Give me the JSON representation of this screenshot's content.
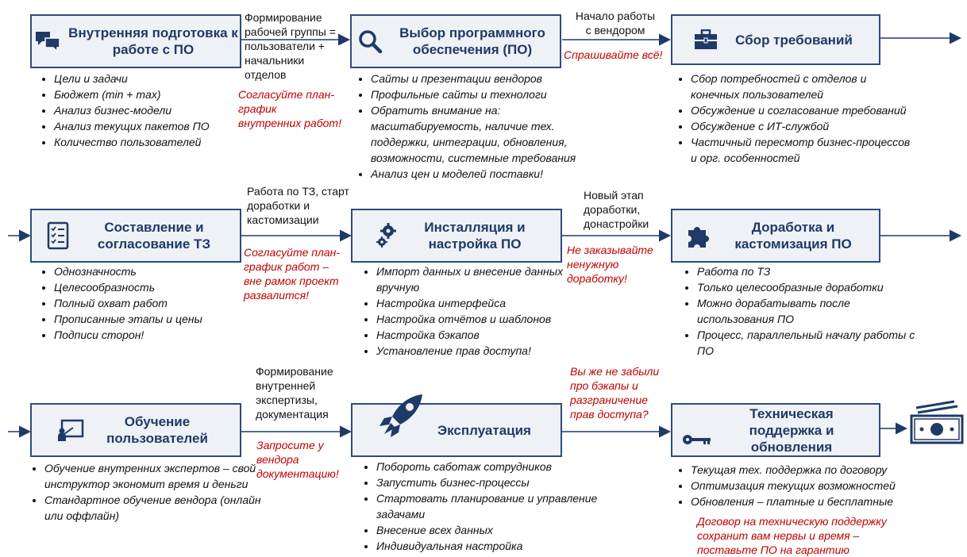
{
  "stages": [
    {
      "title": "Внутренняя подготовка к работе с ПО",
      "icon": "chat-bubbles-icon",
      "bullets": [
        "Цели и задачи",
        "Бюджет (min + max)",
        "Анализ бизнес-модели",
        "Анализ текущих пакетов ПО",
        "Количество пользователей"
      ]
    },
    {
      "title": "Выбор программного обеспечения (ПО)",
      "icon": "magnifier-icon",
      "bullets": [
        "Сайты и презентации вендоров",
        "Профильные сайты и технологи",
        "Обратить внимание на: масштабируемость, наличие тех. поддержки, интеграции, обновления, возможности, системные требования",
        "Анализ цен и моделей поставки!"
      ]
    },
    {
      "title": "Сбор требований",
      "icon": "briefcase-icon",
      "bullets": [
        "Сбор потребностей с отделов и конечных пользователей",
        "Обсуждение и согласование требований",
        "Обсуждение с ИТ-службой",
        "Частичный пересмотр бизнес-процессов и орг. особенностей"
      ]
    },
    {
      "title": "Составление и согласование ТЗ",
      "icon": "checklist-icon",
      "bullets": [
        "Однозначность",
        "Целесообразность",
        "Полный охват работ",
        "Прописанные этапы и цены",
        "Подписи сторон!"
      ]
    },
    {
      "title": "Инсталляция и настройка ПО",
      "icon": "gears-icon",
      "bullets": [
        "Импорт данных и внесение данных вручную",
        "Настройка интерфейса",
        "Настройка отчётов и шаблонов",
        "Настройка бэкапов",
        "Установление прав доступа!"
      ]
    },
    {
      "title": "Доработка и кастомизация ПО",
      "icon": "puzzle-icon",
      "bullets": [
        "Работа по ТЗ",
        "Только целесообразные доработки",
        "Можно дорабатывать после использования ПО",
        "Процесс, параллельный началу работы с ПО"
      ]
    },
    {
      "title": "Обучение пользователей",
      "icon": "presentation-board-icon",
      "bullets": [
        "Обучение внутренних экспертов – свой инструктор экономит время и деньги",
        "Стандартное обучение вендора (онлайн или оффлайн)"
      ]
    },
    {
      "title": "Эксплуатация",
      "icon": "rocket-icon",
      "bullets": [
        "Побороть саботаж сотрудников",
        "Запустить бизнес-процессы",
        "Стартовать планирование и управление задачами",
        "Внесение всех данных",
        "Индивидуальная настройка"
      ]
    },
    {
      "title": "Техническая поддержка и обновления",
      "icon": "key-icon",
      "bullets": [
        "Текущая тех. поддержка по договору",
        "Оптимизация текущих возможностей",
        "Обновления – платные и бесплатные"
      ]
    }
  ],
  "connectors": [
    {
      "text": "Формирование рабочей группы = пользователи + начальники отделов",
      "note": "Согласуйте план-график внутренних работ!"
    },
    {
      "text": "Начало работы с вендором",
      "note": "Спрашивайте всё!"
    },
    {
      "text": "Работа по ТЗ, старт доработки и кастомизации",
      "note": "Согласуйте план-график работ – вне рамок проект развалится!"
    },
    {
      "text": "Новый этап доработки, донастройки",
      "note": "Не заказывайте ненужную доработку!"
    },
    {
      "text": "Формирование внутренней экспертизы, документация",
      "note": "Запросите у вендора документацию!"
    },
    {
      "text": "",
      "note": "Вы же не забыли про бэкапы и разграничение прав доступа?"
    }
  ],
  "final_note": "Договор на техническую поддержку сохранит вам нервы и время – поставьте ПО на гарантию",
  "end_icon": "money-cash-icon",
  "colors": {
    "box_border": "#2f4b7c",
    "box_fill": "#eef1f6",
    "title": "#1f3a66",
    "note": "#c00000"
  }
}
